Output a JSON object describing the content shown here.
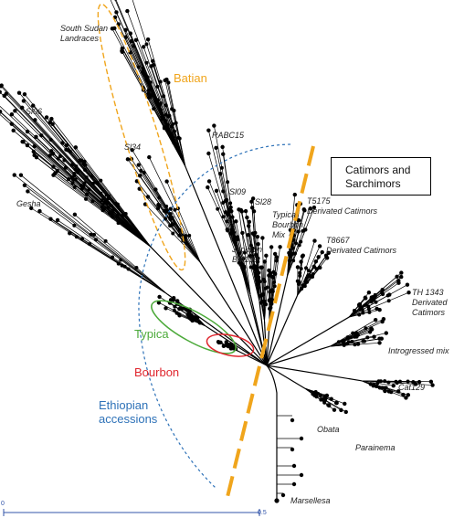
{
  "groups": {
    "batian": {
      "label": "Batian",
      "color": "#f0a51c"
    },
    "typica": {
      "label": "Typica",
      "color": "#4caa3a"
    },
    "bourbon": {
      "label": "Bourbon",
      "color": "#e0262e"
    },
    "ethiopian": {
      "label": "Ethiopian\naccessions",
      "color": "#2e72b8"
    }
  },
  "legend_box": {
    "label": "Catimors and\nSarchimors"
  },
  "accession_labels": {
    "south_sudan": "South Sudan\nLandraces",
    "sl06": "Sl06",
    "rabc15": "RABC15",
    "sl34": "Sl34",
    "gesha": "Gesha",
    "sl09": "Sl09",
    "sl28": "Sl28",
    "t5175": "T5175\nDerivated Catimors",
    "typica_bourbon_mix": "Typica\nBourbon\nMix",
    "jackson": "Jackson\nBM139",
    "t8667": "T8667\nDerivated Catimors",
    "th1343": "TH 1343\nDerivated Catimors",
    "introgressed_mix": "Introgressed mix",
    "cat129": "Cat129",
    "obata": "Obata",
    "parainema": "Parainema",
    "marsellesa": "Marsellesa"
  },
  "scale_bar": {
    "start": "0",
    "end": "0.5"
  }
}
